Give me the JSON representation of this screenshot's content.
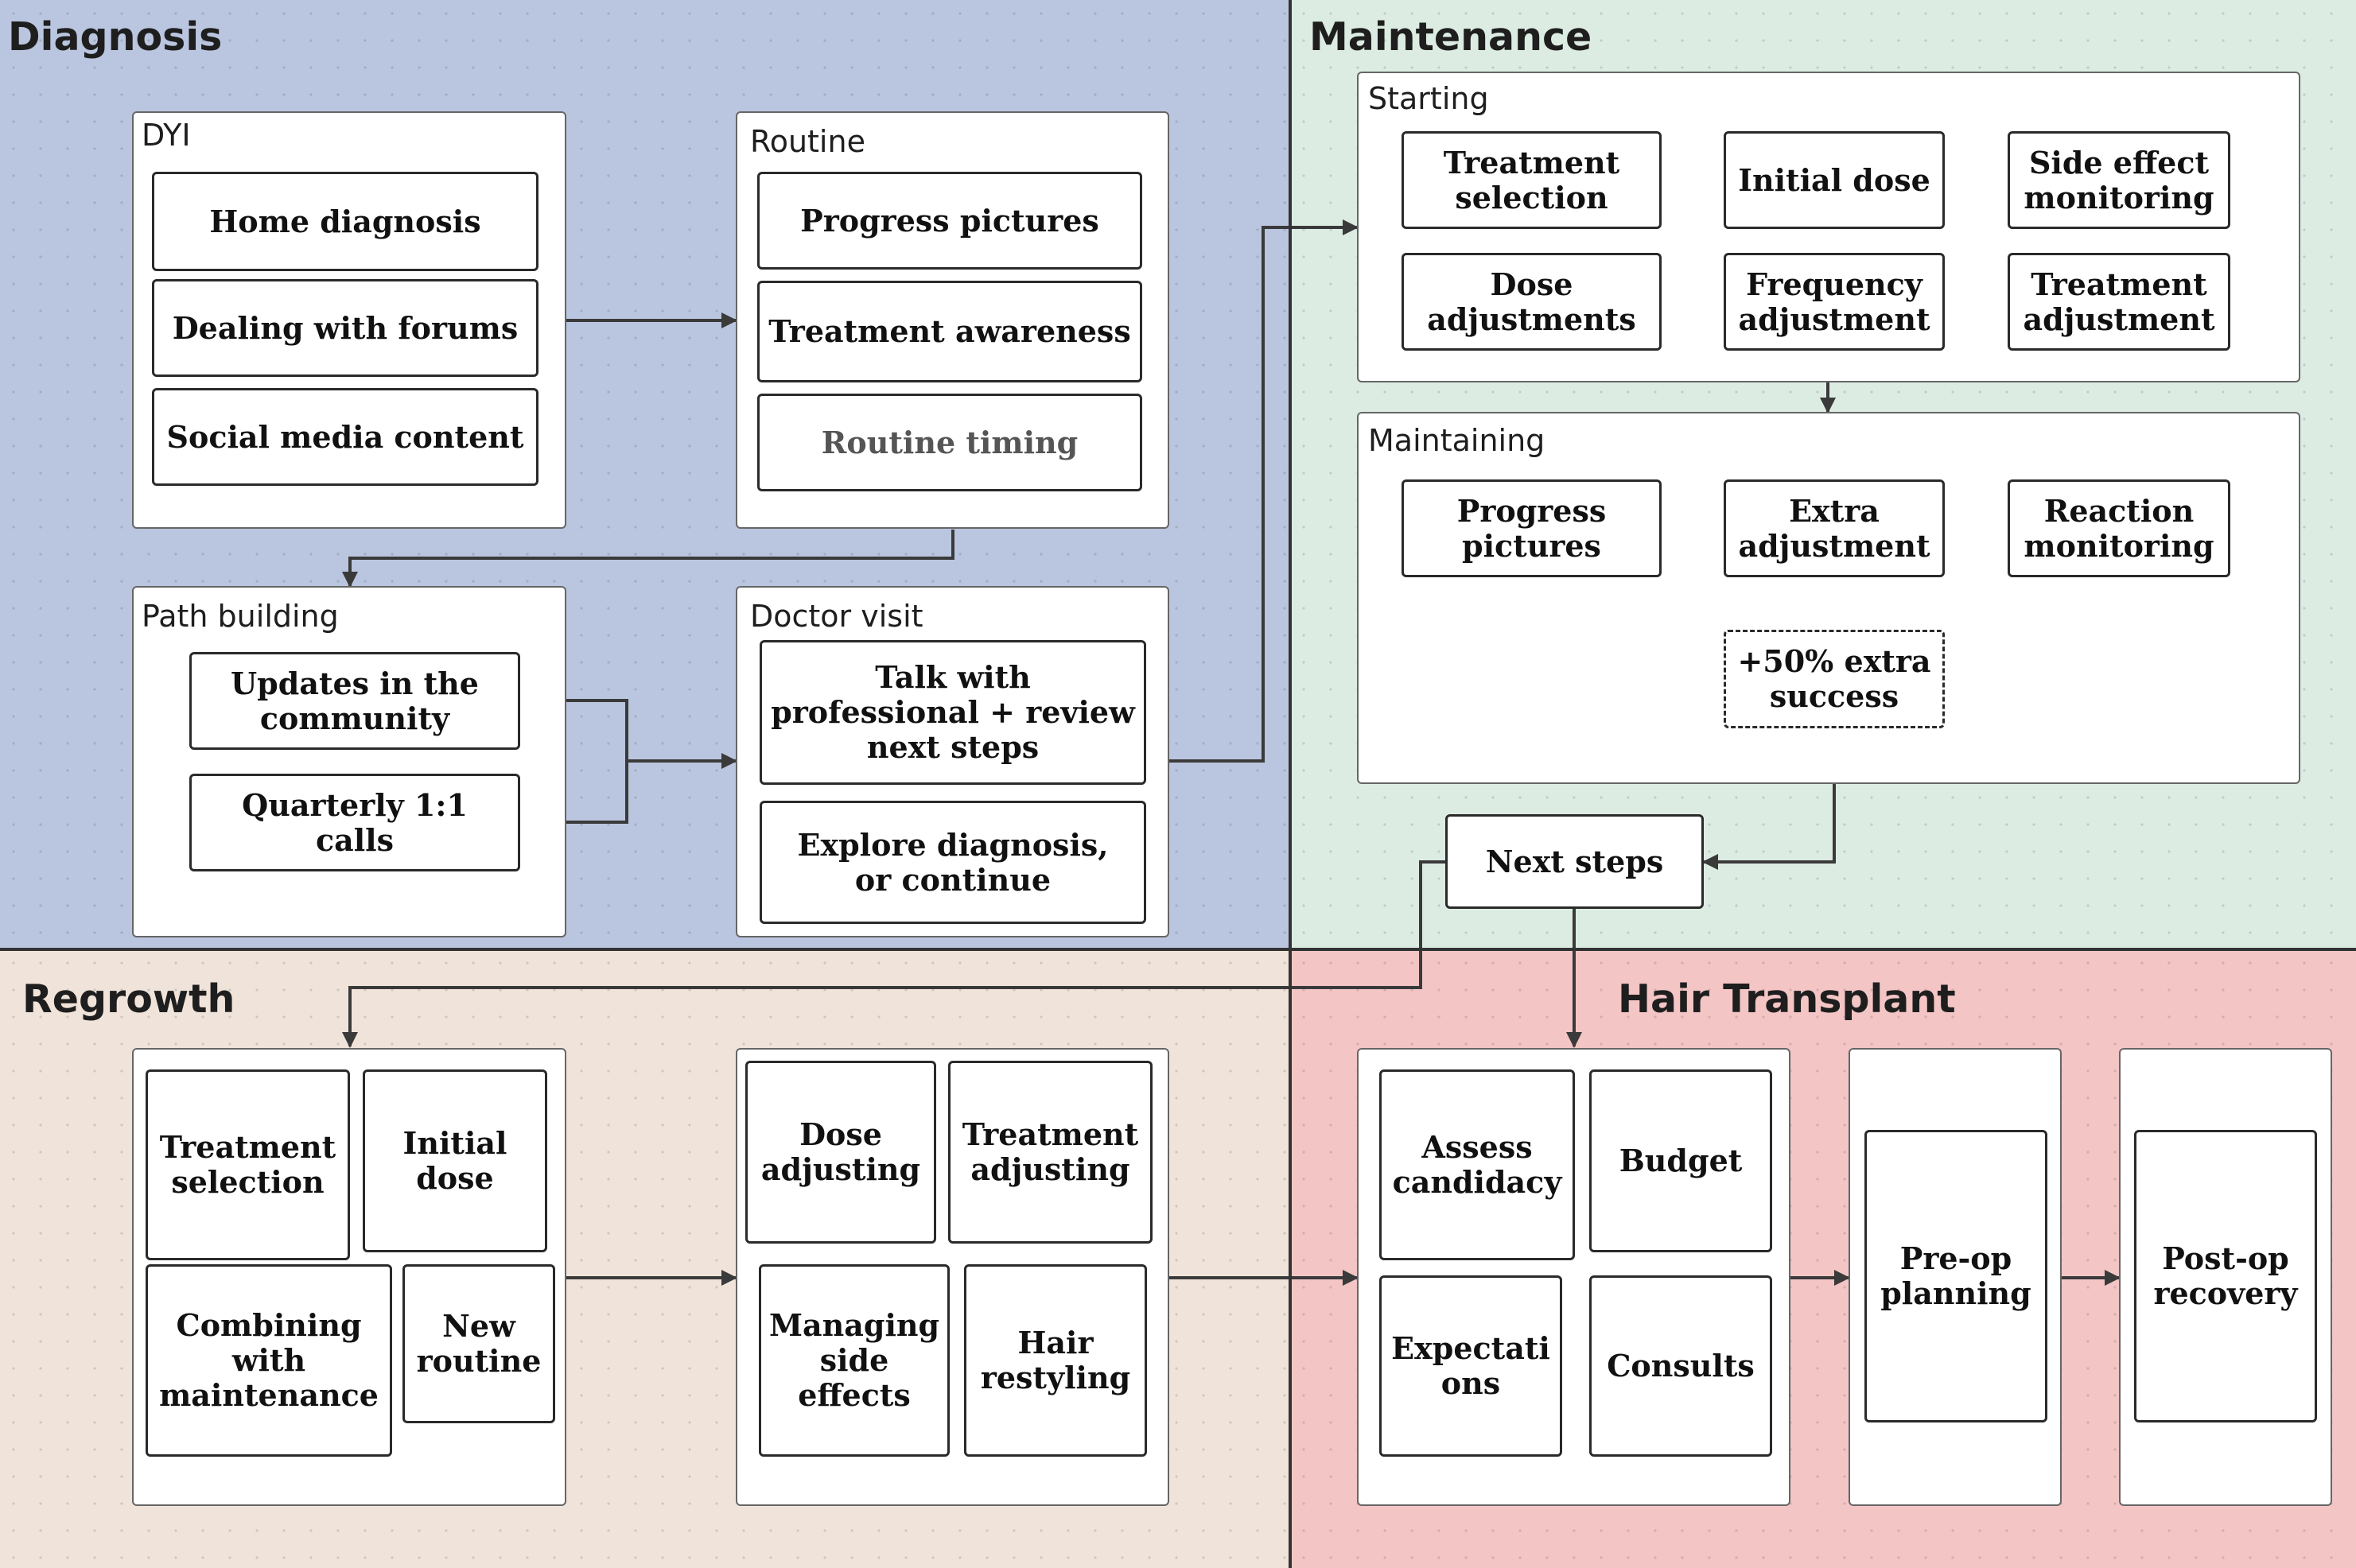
{
  "colors": {
    "diagnosis_bg": "#bac5df",
    "maintenance_bg": "#dcece3",
    "regrowth_bg": "#f0e4da",
    "transplant_bg": "#f3c5c5"
  },
  "diagnosis": {
    "title": "Diagnosis",
    "dyi": {
      "title": "DYI",
      "items": [
        "Home diagnosis",
        "Dealing with forums",
        "Social media content"
      ]
    },
    "routine": {
      "title": "Routine",
      "items": [
        "Progress pictures",
        "Treatment awareness",
        "Routine timing"
      ]
    },
    "path_building": {
      "title": "Path building",
      "items": [
        "Updates in the\ncommunity",
        "Quarterly 1:1 calls"
      ]
    },
    "doctor_visit": {
      "title": "Doctor visit",
      "items": [
        "Talk with\nprofessional + review\nnext steps",
        "Explore diagnosis,\nor continue"
      ]
    }
  },
  "maintenance": {
    "title": "Maintenance",
    "starting": {
      "title": "Starting",
      "items": [
        "Treatment\nselection",
        "Initial dose",
        "Side effect\nmonitoring",
        "Dose\nadjustments",
        "Frequency\nadjustment",
        "Treatment\nadjustment"
      ]
    },
    "maintaining": {
      "title": "Maintaining",
      "items": [
        "Progress\npictures",
        "Extra\nadjustment",
        "Reaction\nmonitoring"
      ],
      "success": "+50% extra\nsuccess"
    },
    "next_steps": "Next steps"
  },
  "regrowth": {
    "title": "Regrowth",
    "group1": [
      "Treatment\nselection",
      "Initial\ndose",
      "Combining\nwith\nmaintenance",
      "New\nroutine"
    ],
    "group2": [
      "Dose\nadjusting",
      "Treatment\nadjusting",
      "Managing\nside\neffects",
      "Hair\nrestyling"
    ]
  },
  "hair_transplant": {
    "title": "Hair Transplant",
    "group1": [
      "Assess\ncandidacy",
      "Budget",
      "Expectati\nons",
      "Consults"
    ],
    "preop": "Pre-op\nplanning",
    "postop": "Post-op\nrecovery"
  }
}
